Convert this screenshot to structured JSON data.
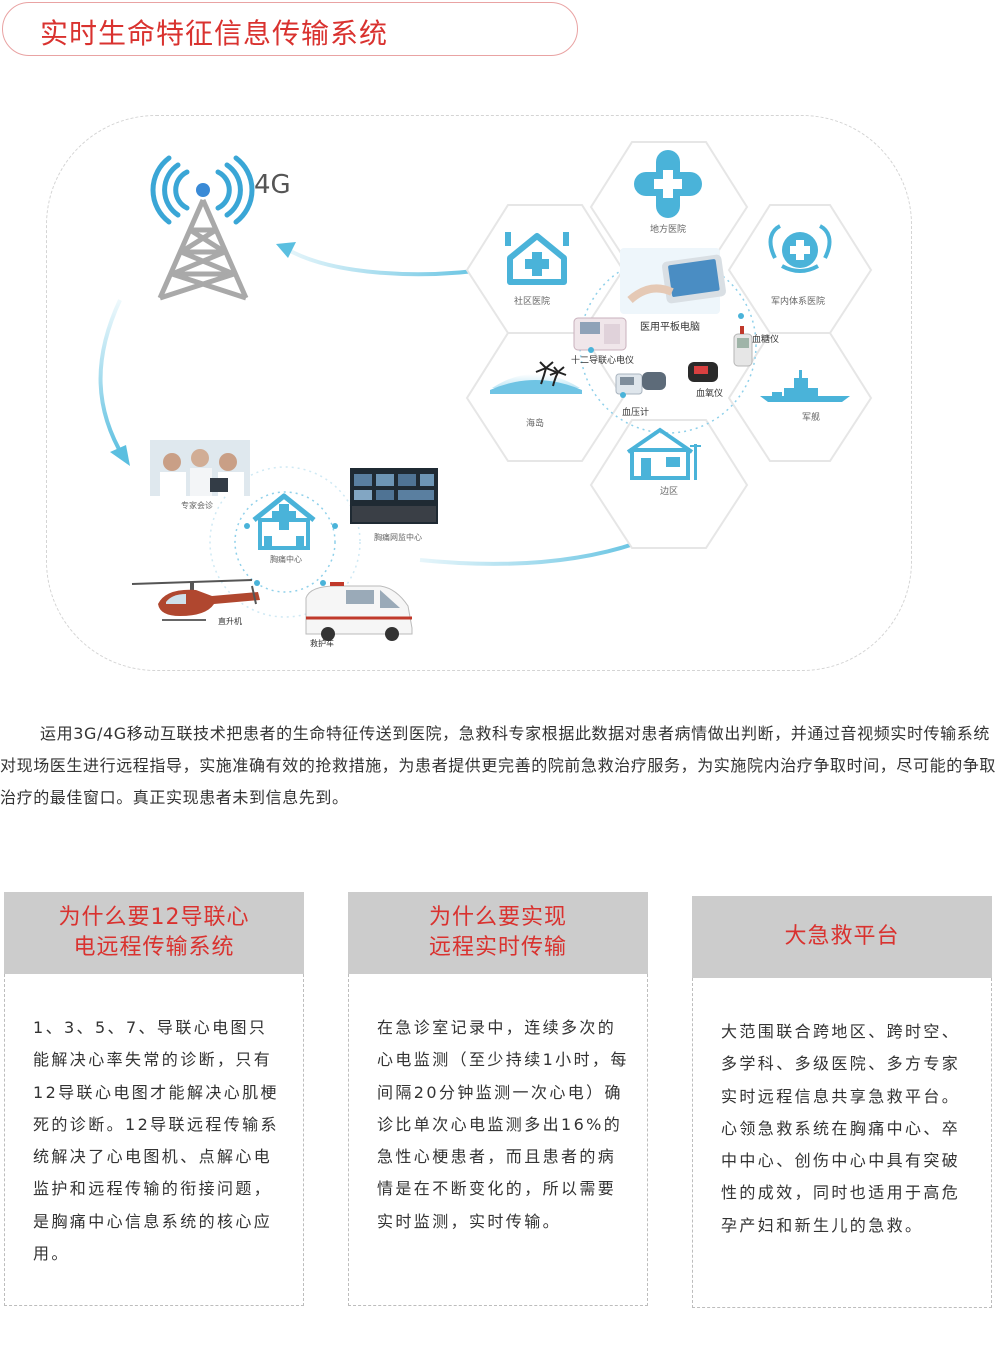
{
  "title": "实时生命特征信息传输系统",
  "diagram": {
    "tower_label": "4G",
    "hexagons": {
      "local_hospital": "地方医院",
      "community_hospital": "社区医院",
      "military_hospital": "军内体系医院",
      "island": "海岛",
      "warship": "军舰",
      "border": "边区"
    },
    "devices": {
      "tablet": "医用平板电脑",
      "ecg12": "十二导联心电仪",
      "glucose": "血糖仪",
      "oximeter": "血氧仪",
      "bp": "血压计"
    },
    "cluster": {
      "expert": "专家会诊",
      "center": "胸痛中心",
      "monitor": "胸痛网监中心",
      "helicopter": "直升机",
      "ambulance": "救护车"
    }
  },
  "intro": "运用3G/4G移动互联技术把患者的生命特征传送到医院，急救科专家根据此数据对患者病情做出判断，并通过音视频实时传输系统对现场医生进行远程指导，实施准确有效的抢救措施，为患者提供更完善的院前急救治疗服务，为实施院内治疗争取时间，尽可能的争取治疗的最佳窗口。真正实现患者未到信息先到。",
  "cards": [
    {
      "title_line1": "为什么要12导联心",
      "title_line2": "电远程传输系统",
      "body": "1、3、5、7、导联心电图只能解决心率失常的诊断，只有12导联心电图才能解决心肌梗死的诊断。12导联远程传输系统解决了心电图机、点解心电监护和远程传输的衔接问题，是胸痛中心信息系统的核心应用。"
    },
    {
      "title_line1": "为什么要实现",
      "title_line2": "远程实时传输",
      "body": "在急诊室记录中，连续多次的心电监测（至少持续1小时，每间隔20分钟监测一次心电）确诊比单次心电监测多出16%的急性心梗患者，而且患者的病情是在不断变化的，所以需要实时监测，实时传输。"
    },
    {
      "title_line1": "大急救平台",
      "title_line2": "",
      "body": "大范围联合跨地区、跨时空、多学科、多级医院、多方专家实时远程信息共享急救平台。心领急救系统在胸痛中心、卒中中心、创伤中心中具有突破性的成效，同时也适用于高危孕产妇和新生儿的急救。"
    }
  ],
  "colors": {
    "accent_red": "#d9322f",
    "icon_blue": "#4ab3d9",
    "card_header_gray": "#cccccc"
  }
}
